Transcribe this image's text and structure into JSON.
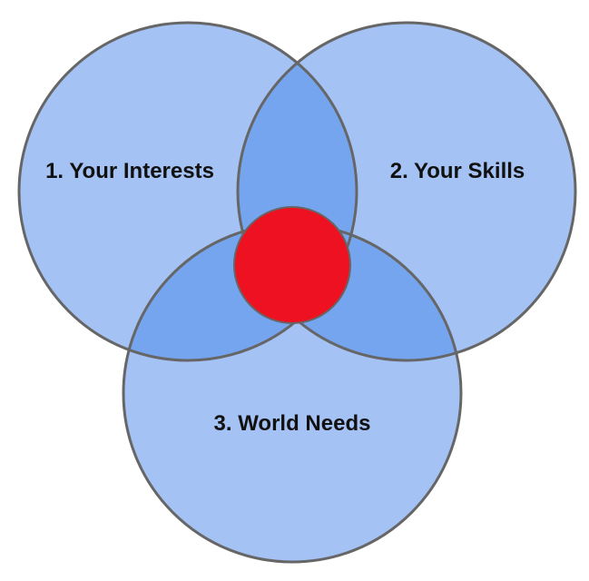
{
  "diagram": {
    "type": "venn",
    "circles": [
      {
        "id": "interests",
        "label": "1. Your Interests"
      },
      {
        "id": "skills",
        "label": "2. Your Skills"
      },
      {
        "id": "needs",
        "label": "3. World Needs"
      }
    ],
    "center_marker": "red-dot"
  },
  "colors": {
    "circle_fill": "#a4c2f4",
    "overlap_fill": "#76a5f0",
    "stroke": "#666666",
    "center": "#ee1122",
    "label_text": "#111111"
  }
}
